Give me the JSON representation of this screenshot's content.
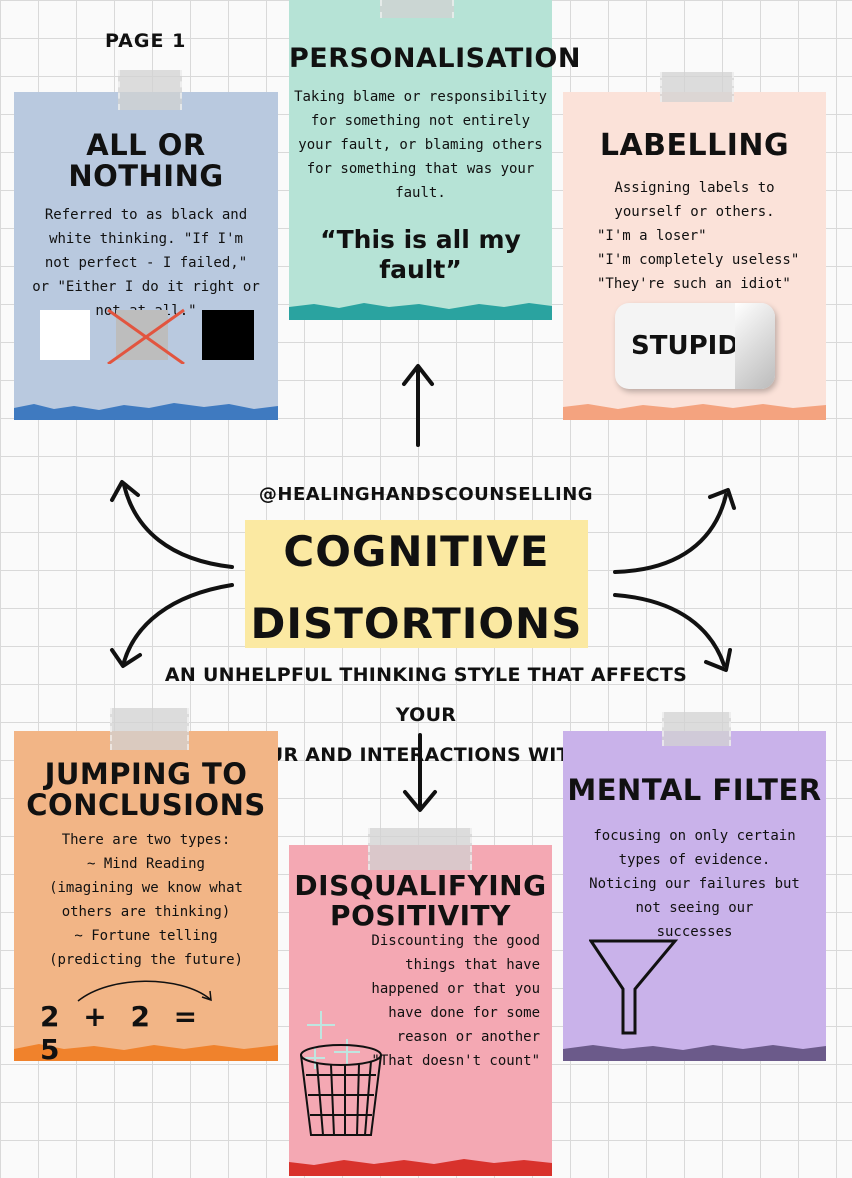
{
  "page_label": "PAGE 1",
  "handle": "@HEALINGHANDSCOUNSELLING",
  "center": {
    "title_line1": "COGNITIVE",
    "title_line2": "DISTORTIONS",
    "subtitle_line1": "AN UNHELPFUL THINKING STYLE THAT AFFECTS YOUR",
    "subtitle_line2": "BEHAVIOUR AND INTERACTIONS WITH OTHERS"
  },
  "cards": {
    "all_or_nothing": {
      "title": "ALL OR NOTHING",
      "lines": [
        "Referred to as black and",
        "white thinking. \"If I'm",
        "not perfect - I failed,\"",
        "or \"Either I do it right or",
        "not at all.\""
      ],
      "color": "#b9c9df",
      "edge_color": "#3f7ac0"
    },
    "personalisation": {
      "title": "PERSONALISATION",
      "lines": [
        "Taking blame or responsibility",
        "for something not entirely",
        "your fault, or blaming others",
        "for something that was your",
        "fault."
      ],
      "quote": "“This is all my fault”",
      "color": "#b6e3d6",
      "edge_color": "#2aa3a0"
    },
    "labelling": {
      "title": "LABELLING",
      "lines": [
        "Assigning labels to",
        "yourself or others.",
        "\"I'm a loser\"",
        "\"I'm completely useless\"",
        "\"They're such an idiot\""
      ],
      "sticker": "STUPID",
      "color": "#fbe2d9",
      "edge_color": "#f4a37f"
    },
    "jumping": {
      "title_line1": "JUMPING TO",
      "title_line2": "CONCLUSIONS",
      "lines": [
        "There are two types:",
        "~ Mind Reading",
        "(imagining we know what",
        "others are thinking)",
        "~ Fortune telling",
        "(predicting the future)"
      ],
      "equation": "2 + 2 = 5",
      "color": "#f2b586",
      "edge_color": "#f0822c"
    },
    "disqualifying": {
      "title_line1": "DISQUALIFYING",
      "title_line2": "POSITIVITY",
      "lines": [
        "Discounting the good",
        "things that have",
        "happened or that you",
        "have done for some",
        "reason or another",
        "\"That doesn't count\""
      ],
      "color": "#f4a8b3",
      "edge_color": "#d8322c"
    },
    "mental_filter": {
      "title": "MENTAL FILTER",
      "lines": [
        "focusing on only certain",
        "types of evidence.",
        "Noticing our failures but",
        "not seeing our",
        "successes"
      ],
      "color": "#c9b2ea",
      "edge_color": "#6b5a8a"
    }
  },
  "icons": {
    "squares": "white-gray-crossed-black-squares",
    "sticker": "peeling-sticker-icon",
    "funnel": "funnel-icon",
    "bin": "waste-bin-icon",
    "arrows": "curved-arrow-icon"
  }
}
